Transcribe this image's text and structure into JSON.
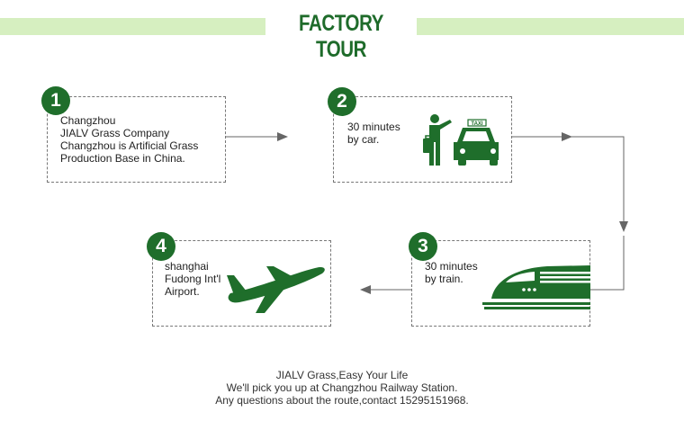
{
  "header": {
    "title": "FACTORY TOUR"
  },
  "steps": [
    {
      "number": "1",
      "lines": [
        "Changzhou",
        "JIALV Grass Company",
        "Changzhou is Artificial Grass",
        "Production Base in China."
      ]
    },
    {
      "number": "2",
      "lines": [
        "30 minutes",
        "by car."
      ],
      "icon": "taxi-icon",
      "taxi_sign": "TAXI"
    },
    {
      "number": "3",
      "lines": [
        "30 minutes",
        "by train."
      ],
      "icon": "train-icon"
    },
    {
      "number": "4",
      "lines": [
        "shanghai",
        "Fudong Int'l",
        "Airport."
      ],
      "icon": "airplane-icon"
    }
  ],
  "footer": {
    "lines": [
      "JIALV Grass,Easy Your Life",
      "We'll pick you up at Changzhou Railway Station.",
      "Any questions about the route,contact 15295151968."
    ]
  },
  "colors": {
    "accent": "#1f6e2b",
    "title_bar": "#d6efc0"
  }
}
